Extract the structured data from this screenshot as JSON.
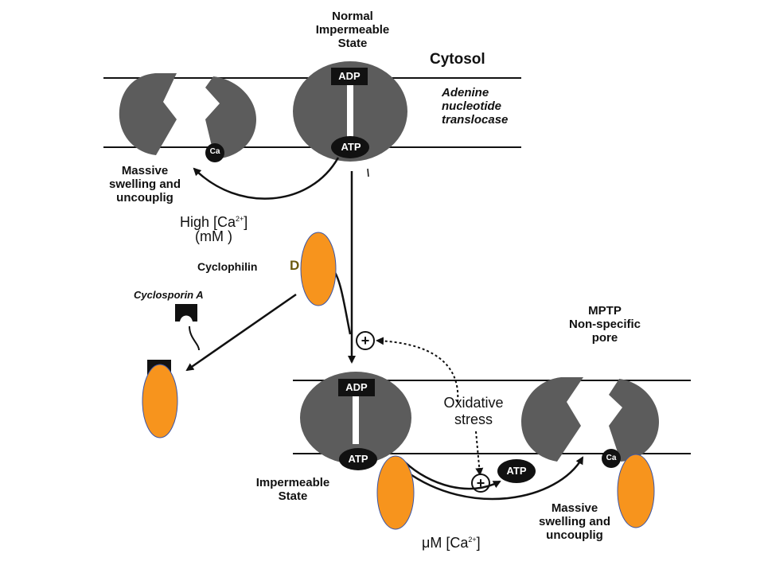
{
  "labels": {
    "normal_state": [
      "Normal",
      "Impermeable",
      "State"
    ],
    "cytosol": "Cytosol",
    "ant": [
      "Adenine",
      "nucleotide",
      "translocase"
    ],
    "adp_top": "ADP",
    "atp_top": "ATP",
    "ca_top": "Ca",
    "swelling_top": [
      "Massive",
      "swelling and",
      "uncouplig"
    ],
    "high_ca_main": "High [Ca",
    "high_ca_sup": "2+",
    "high_ca_close": "]",
    "high_ca_unit": "(mM )",
    "cyclophilin": "Cyclophilin",
    "cyclophilin_d": "D",
    "cyclosporin": "Cyclosporin A",
    "mptp": [
      "MPTP",
      "Non-specific",
      "pore"
    ],
    "adp_bottom": "ADP",
    "atp_bottom": "ATP",
    "atp_free": "ATP",
    "oxidative": [
      "Oxidative",
      "stress"
    ],
    "ca_bottom": "Ca",
    "impermeable": [
      "Impermeable",
      "State"
    ],
    "swelling_bottom": [
      "Massive",
      "swelling and",
      "uncouplig"
    ],
    "um_ca_main": "μM [Ca",
    "um_ca_sup": "2+",
    "um_ca_close": "]",
    "plus_top": "+",
    "plus_bottom": "+"
  },
  "colors": {
    "protein": "#5c5c5c",
    "overlay": "#f7941d",
    "dark": "#111111"
  }
}
